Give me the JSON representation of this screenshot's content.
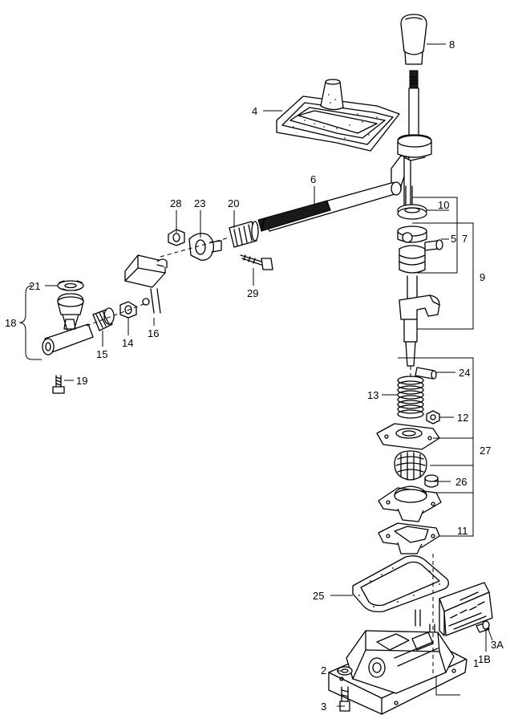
{
  "diagram": {
    "labels": [
      {
        "id": "8",
        "text": "8"
      },
      {
        "id": "4",
        "text": "4"
      },
      {
        "id": "6",
        "text": "6"
      },
      {
        "id": "28",
        "text": "28"
      },
      {
        "id": "23",
        "text": "23"
      },
      {
        "id": "20",
        "text": "20"
      },
      {
        "id": "10",
        "text": "10"
      },
      {
        "id": "5",
        "text": "5"
      },
      {
        "id": "7",
        "text": "7"
      },
      {
        "id": "9",
        "text": "9"
      },
      {
        "id": "29",
        "text": "29"
      },
      {
        "id": "21",
        "text": "21"
      },
      {
        "id": "18",
        "text": "18"
      },
      {
        "id": "16",
        "text": "16"
      },
      {
        "id": "14",
        "text": "14"
      },
      {
        "id": "15",
        "text": "15"
      },
      {
        "id": "19",
        "text": "19"
      },
      {
        "id": "24",
        "text": "24"
      },
      {
        "id": "13",
        "text": "13"
      },
      {
        "id": "12",
        "text": "12"
      },
      {
        "id": "27",
        "text": "27"
      },
      {
        "id": "26",
        "text": "26"
      },
      {
        "id": "11",
        "text": "11"
      },
      {
        "id": "25",
        "text": "25"
      },
      {
        "id": "3A",
        "text": "3A"
      },
      {
        "id": "1B",
        "text": "1B"
      },
      {
        "id": "1",
        "text": "1"
      },
      {
        "id": "2",
        "text": "2"
      },
      {
        "id": "3",
        "text": "3"
      }
    ]
  }
}
